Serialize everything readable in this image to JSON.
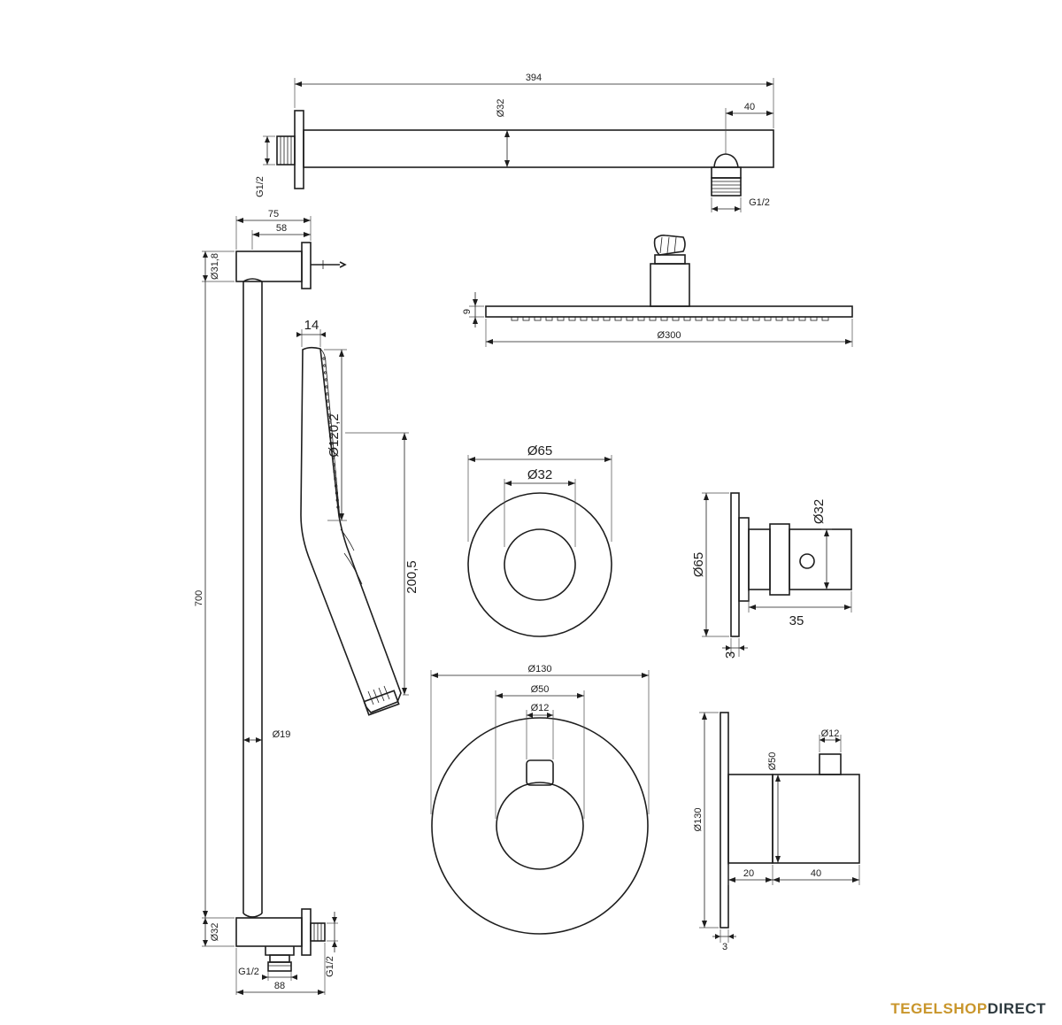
{
  "brand": {
    "part1": "TEGELSHOP",
    "part2": "DIRECT",
    "part1_color": "#c9962c",
    "part2_color": "#2e3a3f"
  },
  "shower_arm": {
    "length": "394",
    "diameter": "Ø32",
    "outlet_offset": "40",
    "thread_wall": "G1/2",
    "thread_outlet": "G1/2"
  },
  "rain_head": {
    "thickness": "9",
    "diameter": "Ø300"
  },
  "slide_bar": {
    "depth": "75",
    "offset": "58",
    "top_diameter": "Ø31,8",
    "height": "700",
    "rod_diameter": "Ø19",
    "bottom_diameter": "Ø32",
    "bottom_width": "88",
    "thread_bottom": "G1/2",
    "thread_side": "G1/2"
  },
  "hand_shower": {
    "thickness": "14",
    "head_diameter": "Ø120,2",
    "length": "200,5"
  },
  "stop_valve": {
    "rosette": "Ø65",
    "knob": "Ø32",
    "side_rosette": "Ø65",
    "side_knob": "Ø32",
    "depth": "35",
    "plate": "3"
  },
  "thermostat": {
    "rosette": "Ø130",
    "knob": "Ø50",
    "spindle": "Ø12",
    "side_rosette": "Ø130",
    "side_knob": "Ø50",
    "side_spindle": "Ø12",
    "depth_body": "20",
    "depth_knob": "40",
    "plate": "3"
  }
}
